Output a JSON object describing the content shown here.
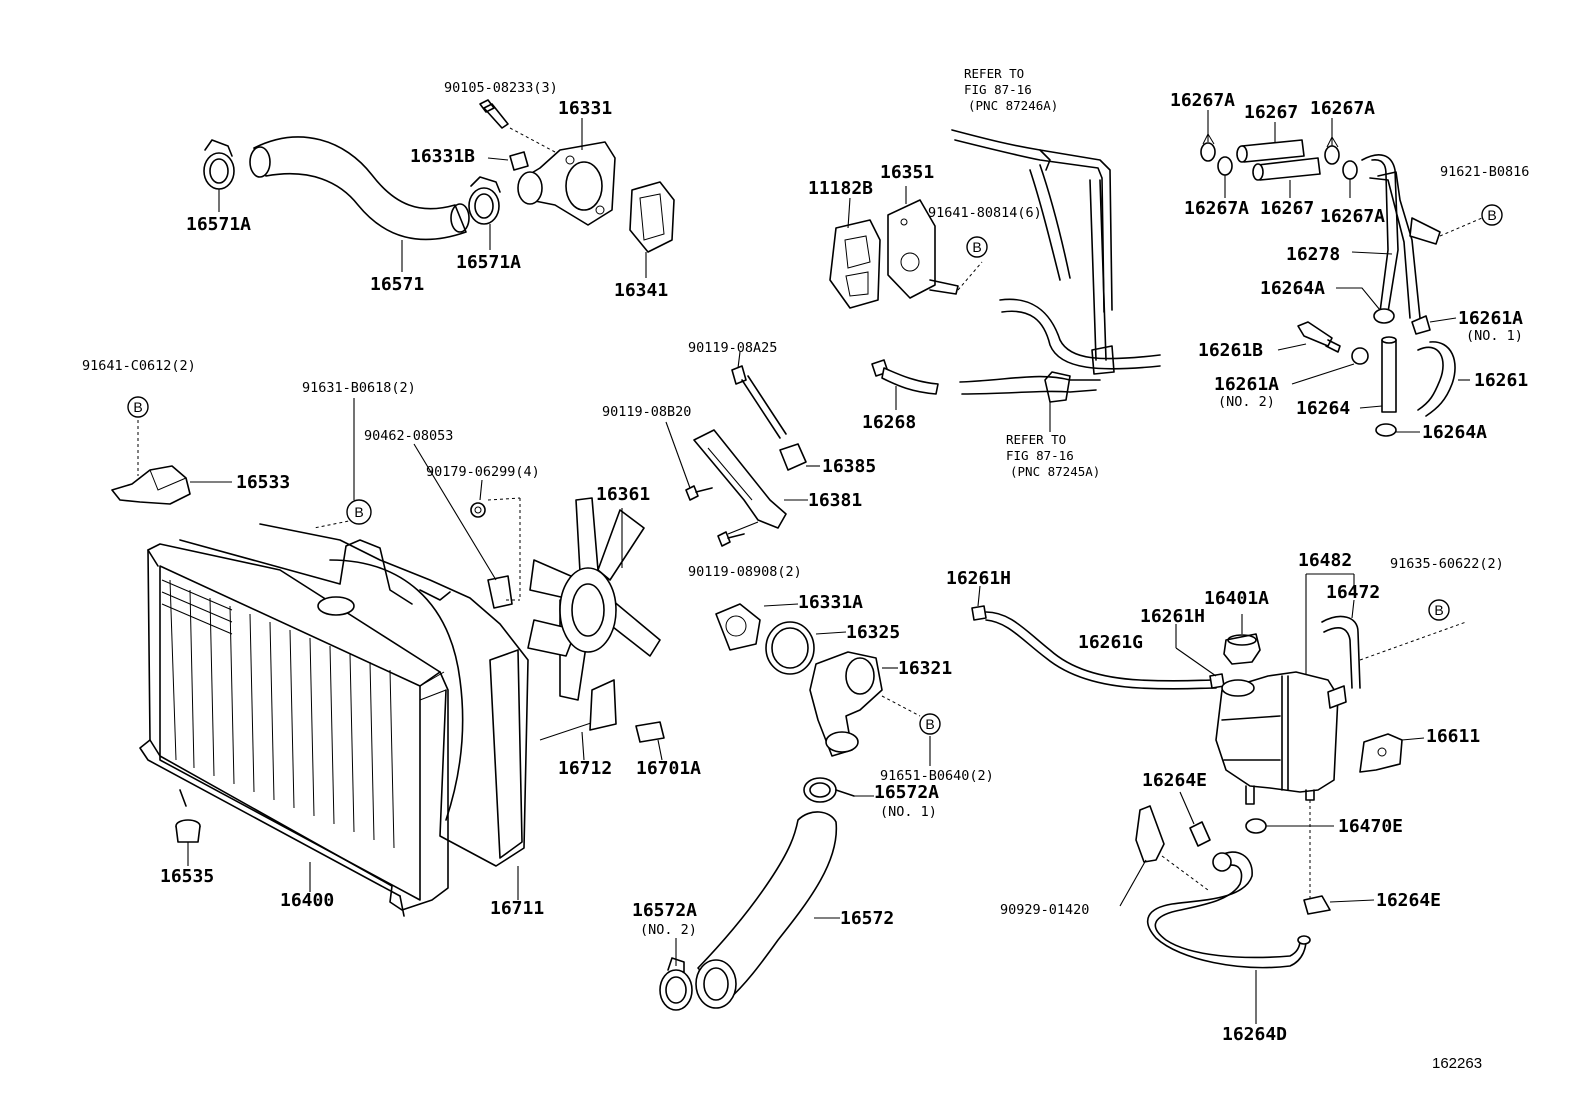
{
  "diagram_id": "162263",
  "marker_letter": "B",
  "labels": {
    "p90105": "90105-08233(3)",
    "p16331": "16331",
    "p16331B": "16331B",
    "p16571A_a": "16571A",
    "p16571": "16571",
    "p16571A_b": "16571A",
    "p16341": "16341",
    "p11182B": "11182B",
    "p16351": "16351",
    "p91641_80814": "91641-80814(6)",
    "p16268": "16268",
    "p16267A_1": "16267A",
    "p16267_1": "16267",
    "p16267A_2": "16267A",
    "p16267A_3": "16267A",
    "p16267_2": "16267",
    "p16267A_4": "16267A",
    "p91621": "91621-B0816",
    "p16278": "16278",
    "p16264A_1": "16264A",
    "p16261A_1": "16261A",
    "p16261A_1_note": "(NO. 1)",
    "p16261B": "16261B",
    "p16261A_2": "16261A",
    "p16261A_2_note": "(NO. 2)",
    "p16261": "16261",
    "p16264": "16264",
    "p16264A_2": "16264A",
    "p91641_C0612": "91641-C0612(2)",
    "p91631": "91631-B0618(2)",
    "p90462": "90462-08053",
    "p90179": "90179-06299(4)",
    "p16533": "16533",
    "p90119_A25": "90119-08A25",
    "p90119_B20": "90119-08B20",
    "p16385": "16385",
    "p16361": "16361",
    "p16381": "16381",
    "p90119_908": "90119-08908(2)",
    "p16331A": "16331A",
    "p16325": "16325",
    "p16321": "16321",
    "p16712": "16712",
    "p16701A": "16701A",
    "p91651": "91651-B0640(2)",
    "p16572A_1": "16572A",
    "p16572A_1_note": "(NO. 1)",
    "p16572A_2": "16572A",
    "p16572A_2_note": "(NO. 2)",
    "p16572": "16572",
    "p16535": "16535",
    "p16400": "16400",
    "p16711": "16711",
    "p16261H_1": "16261H",
    "p16261H_2": "16261H",
    "p16261G": "16261G",
    "p16401A": "16401A",
    "p16482": "16482",
    "p16472": "16472",
    "p91635": "91635-60622(2)",
    "p16611": "16611",
    "p16264E_1": "16264E",
    "p16470E": "16470E",
    "p16264E_2": "16264E",
    "p90929": "90929-01420",
    "p16264D": "16264D"
  },
  "refer_top": [
    "REFER TO",
    "FIG 87-16",
    "(PNC 87246A)"
  ],
  "refer_bottom": [
    "REFER TO",
    "FIG 87-16",
    "(PNC 87245A)"
  ]
}
